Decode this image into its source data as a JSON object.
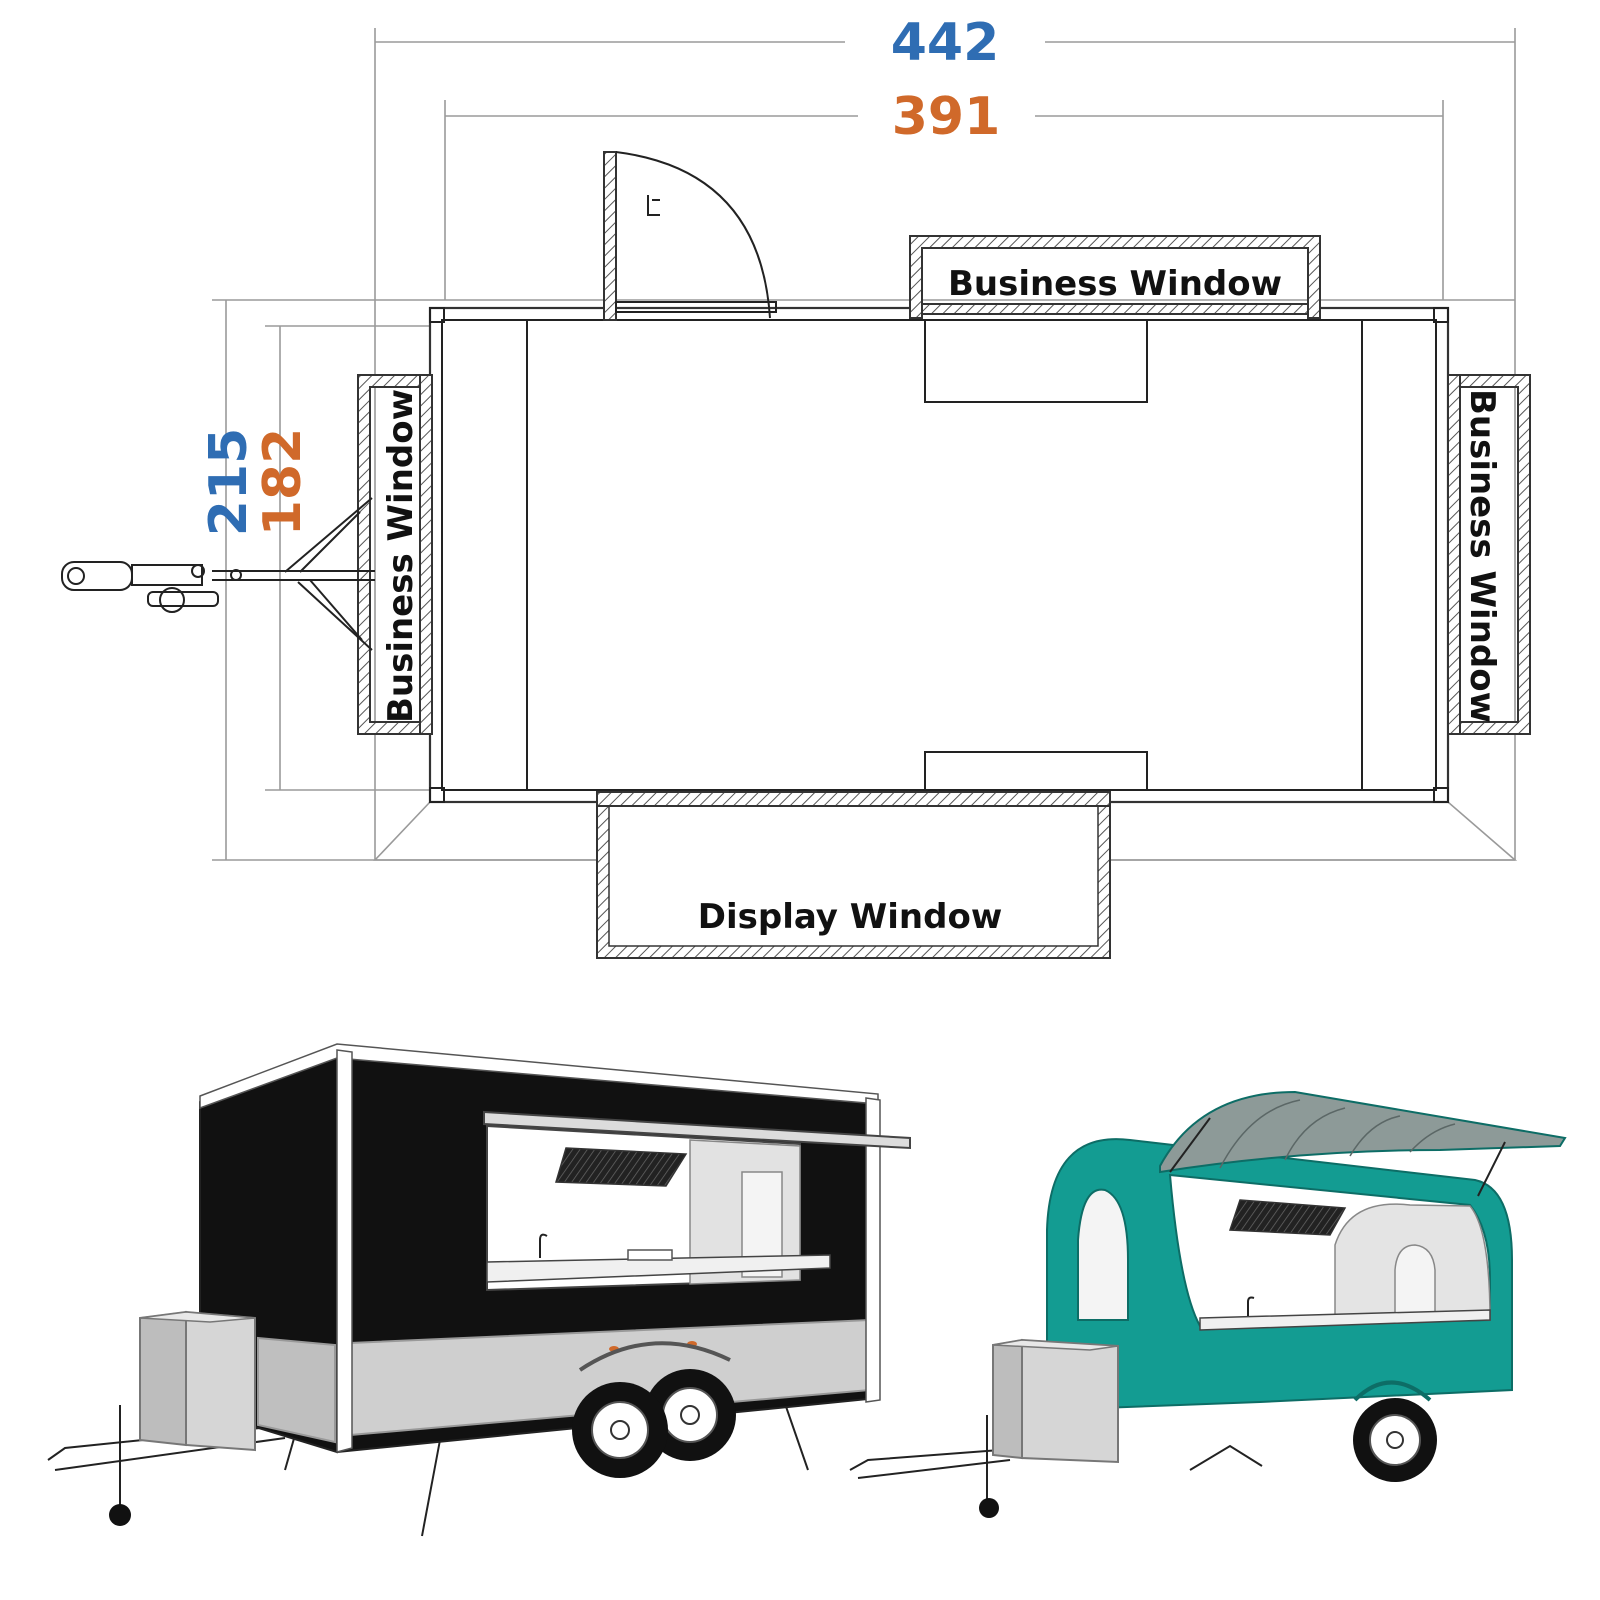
{
  "dimensions": {
    "outer_length": "442",
    "inner_length": "391",
    "outer_width": "215",
    "inner_width": "182"
  },
  "windows": {
    "top": "Business Window",
    "left": "Business Window",
    "right": "Business Window",
    "bottom": "Display Window"
  },
  "colors": {
    "outer_dim": "#2f6db3",
    "inner_dim": "#d0692a",
    "square_trailer_body": "#111111",
    "square_trailer_skirt": "#cfcfcf",
    "round_trailer_body": "#139c92",
    "awning": "#8d9a98"
  }
}
